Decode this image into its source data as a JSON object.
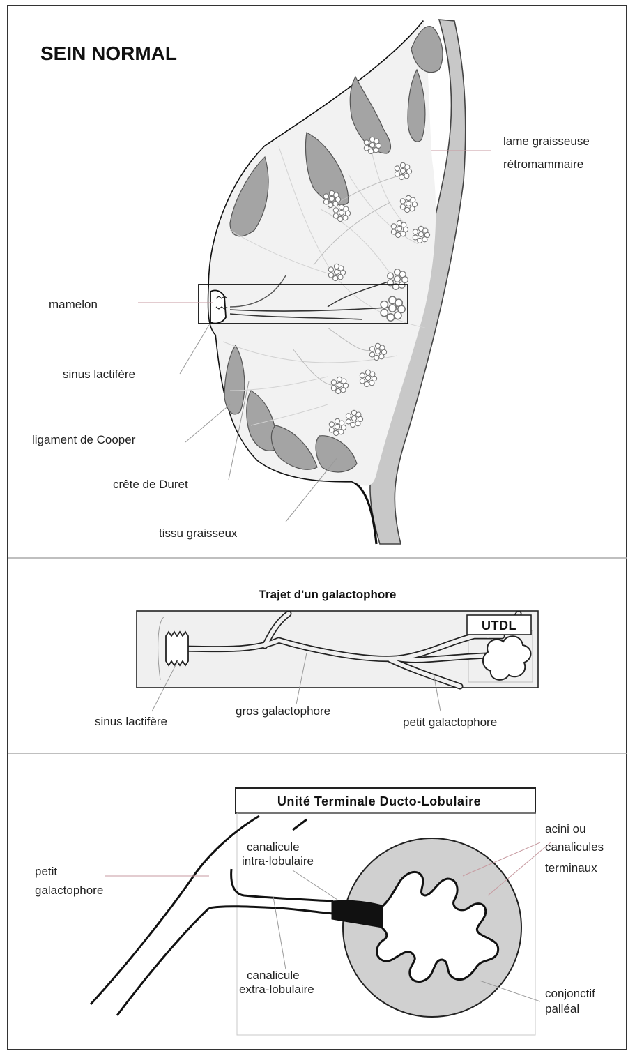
{
  "panel1": {
    "title": "SEIN NORMAL",
    "labels": {
      "retro_l1": "lame graisseuse",
      "retro_l2": "rétromammaire",
      "mamelon": "mamelon",
      "sinus": "sinus lactifère",
      "cooper": "ligament de Cooper",
      "duret": "crête de Duret",
      "tissu": "tissu graisseux"
    }
  },
  "panel2": {
    "title": "Trajet d'un galactophore",
    "box_label": "UTDL",
    "labels": {
      "sinus": "sinus lactifère",
      "gros": "gros galactophore",
      "petit": "petit galactophore"
    }
  },
  "panel3": {
    "title": "Unité Terminale Ducto-Lobulaire",
    "labels": {
      "petit_l1": "petit",
      "petit_l2": "galactophore",
      "intra_l1": "canalicule",
      "intra_l2": "intra-lobulaire",
      "extra_l1": "canalicule",
      "extra_l2": "extra-lobulaire",
      "acini_l1": "acini ou",
      "acini_l2": "canalicules",
      "acini_l3": "terminaux",
      "conj_l1": "conjonctif",
      "conj_l2": "palléal"
    }
  },
  "colors": {
    "ink": "#1a1a1a",
    "fat_gray": "#a4a4a4",
    "light_gray": "#c8c8c8",
    "box_fill": "#f0f0f0",
    "leader_line": "#c79aa0"
  }
}
